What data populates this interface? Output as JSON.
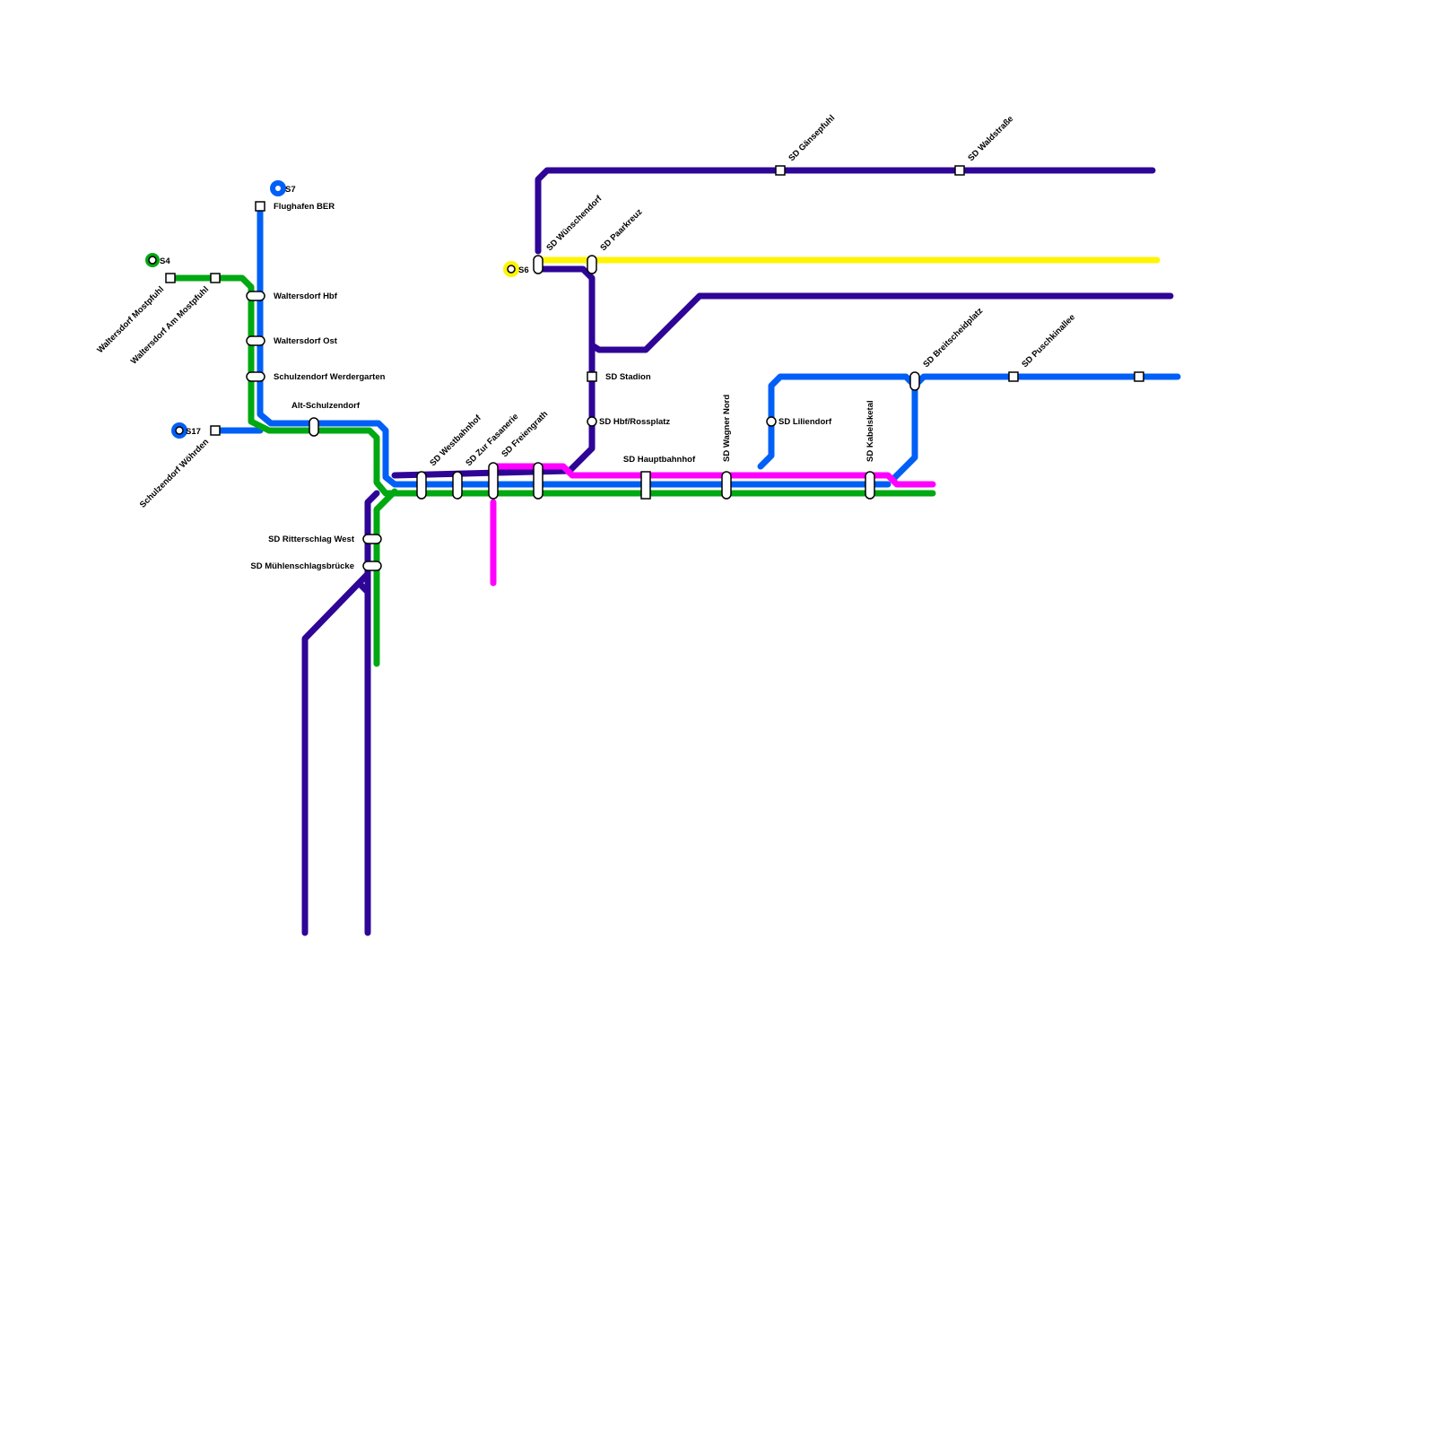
{
  "lines": [
    {
      "id": "S4",
      "label": "S4",
      "color": "#00A812",
      "terminus_icon": "line-terminus-ring-icon"
    },
    {
      "id": "S6",
      "label": "S6",
      "color": "#FFF500",
      "terminus_icon": "line-terminus-ring-icon"
    },
    {
      "id": "S7",
      "label": "S7",
      "color": "#005FF6",
      "terminus_icon": "line-terminus-ring-icon"
    },
    {
      "id": "S17",
      "label": "S17",
      "color": "#005FF6",
      "terminus_icon": "line-terminus-ring-icon"
    },
    {
      "id": "magenta",
      "label": "",
      "color": "#FF00FF"
    },
    {
      "id": "indigo",
      "label": "",
      "color": "#2E0596"
    }
  ],
  "stations": [
    "Flughafen BER",
    "Waltersdorf Hbf",
    "Waltersdorf Ost",
    "Schulzendorf Werdergarten",
    "Alt-Schulzendorf",
    "Waltersdorf Mostpfuhl",
    "Waltersdorf Am Mostpfuhl",
    "Schulzendorf Wöhrden",
    "SD Ritterschlag West",
    "SD Mühlenschlagsbrücke",
    "SD Westbahnhof",
    "SD Zur Fasanerie",
    "SD Freiengrath",
    "SD Wünschendorf",
    "SD Paarkreuz",
    "SD Stadion",
    "SD Hbf/Rossplatz",
    "SD Hauptbahnhof",
    "SD Wagner Nord",
    "SD Liliendorf",
    "SD Kabelsketal",
    "SD Breitscheidplatz",
    "SD Puschkinallee",
    "SD Gänsepfuhl",
    "SD Waldstraße"
  ]
}
